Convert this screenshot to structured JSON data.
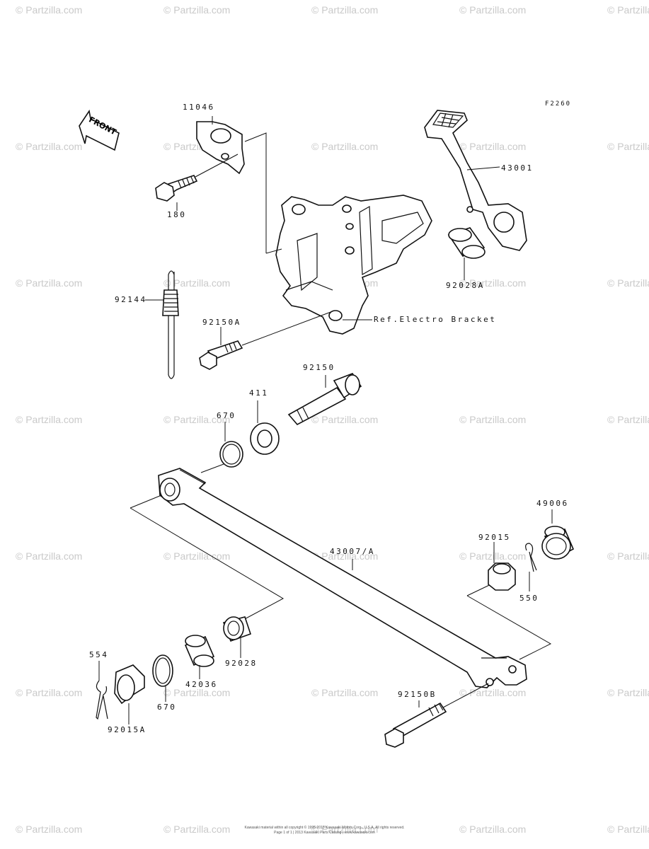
{
  "diagram": {
    "code": "F2260",
    "front_label": "FRONT",
    "parts": [
      {
        "id": "11046",
        "label": "11046"
      },
      {
        "id": "180",
        "label": "180"
      },
      {
        "id": "43001",
        "label": "43001"
      },
      {
        "id": "92028A",
        "label": "92028A"
      },
      {
        "id": "ref-bracket",
        "label": "Ref.Electro Bracket"
      },
      {
        "id": "92144",
        "label": "92144"
      },
      {
        "id": "92150A",
        "label": "92150A"
      },
      {
        "id": "92150",
        "label": "92150"
      },
      {
        "id": "411",
        "label": "411"
      },
      {
        "id": "670a",
        "label": "670"
      },
      {
        "id": "49006",
        "label": "49006"
      },
      {
        "id": "92015",
        "label": "92015"
      },
      {
        "id": "550",
        "label": "550"
      },
      {
        "id": "43007A",
        "label": "43007/A"
      },
      {
        "id": "554",
        "label": "554"
      },
      {
        "id": "92028",
        "label": "92028"
      },
      {
        "id": "42036",
        "label": "42036"
      },
      {
        "id": "670b",
        "label": "670"
      },
      {
        "id": "92015A",
        "label": "92015A"
      },
      {
        "id": "92150B",
        "label": "92150B"
      }
    ]
  },
  "watermark": {
    "text": "© Partzilla.com"
  },
  "footer": {
    "line1": "Kawasaki material within all copyright © 1995-2013 Kawasaki Motors Corp., U.S.A. All rights reserved.",
    "line2": "Page 1 of 1 | 2013 Kawasaki Parts Catalog | www.kawasaki.com"
  }
}
